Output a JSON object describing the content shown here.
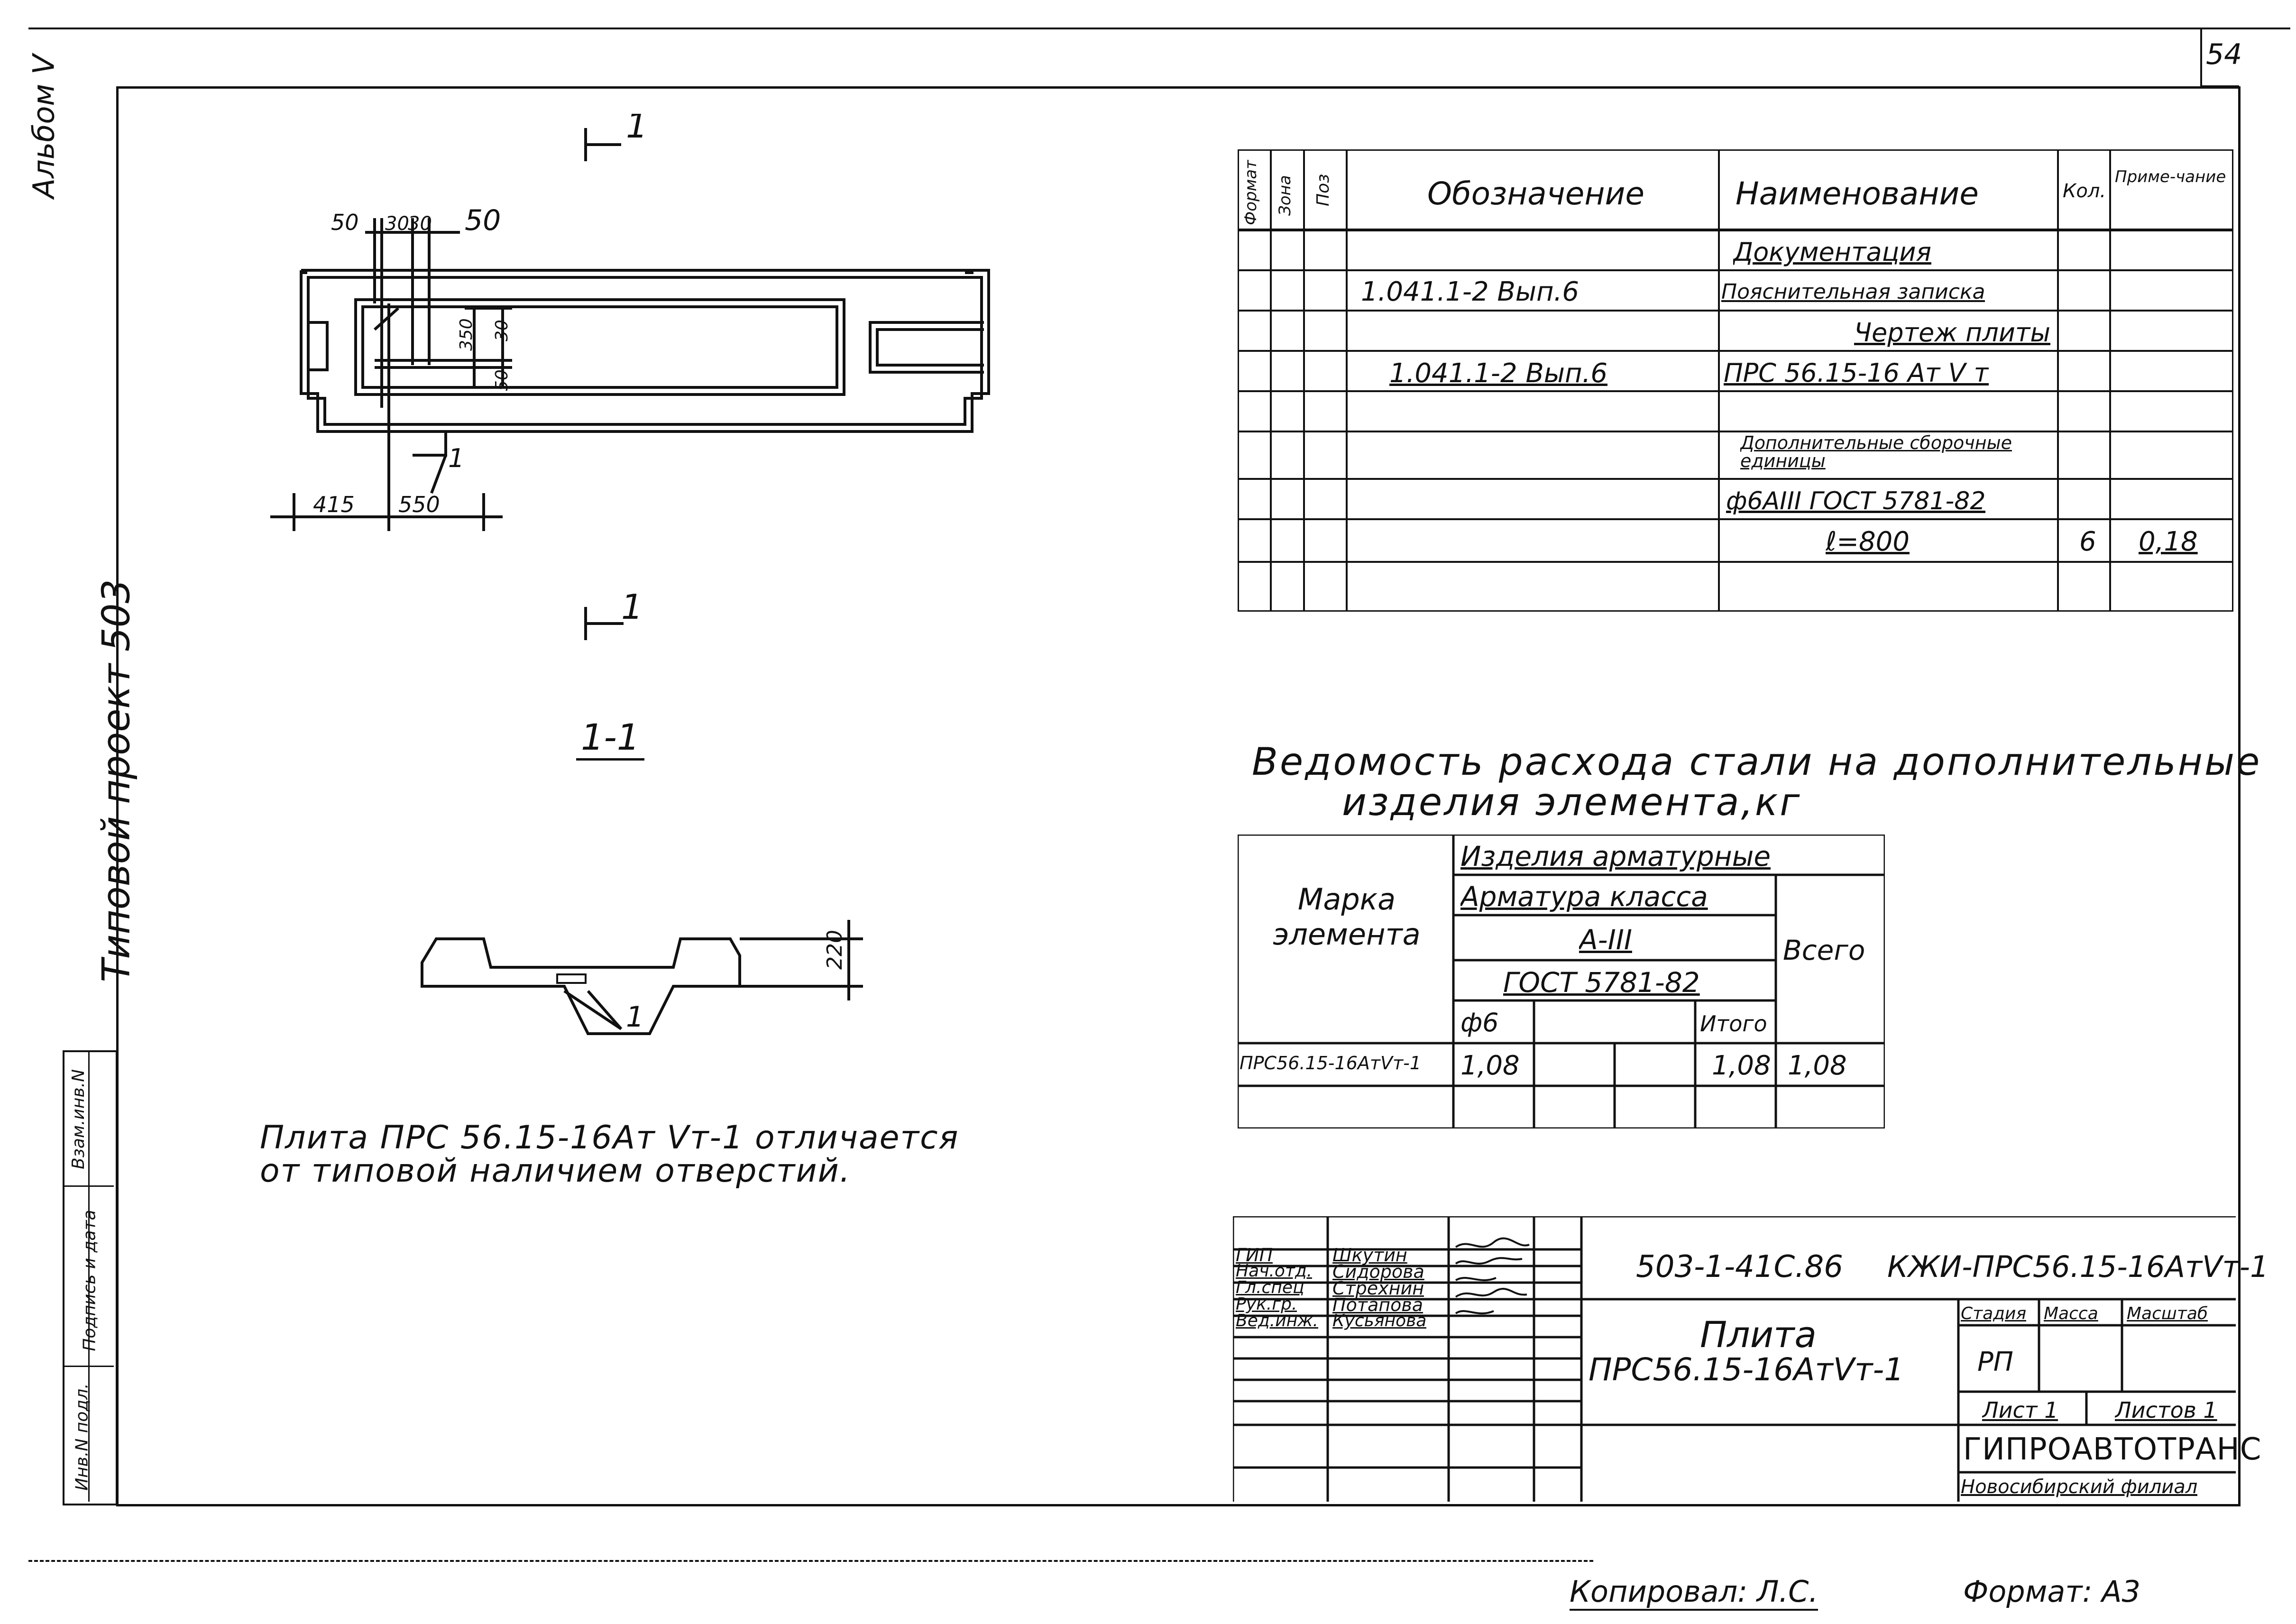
{
  "page_number": "54",
  "side_strip": {
    "album": "Альбом V",
    "project": "Типовой проект 503",
    "inv_label": "Инв.N подл.",
    "sign_label": "Подпись и дата",
    "vzam_label": "Взам.инв.N"
  },
  "plan_view": {
    "section_mark": "1",
    "dims_top": [
      "50",
      "30",
      "30",
      "50"
    ],
    "dims_right": [
      "350",
      "30",
      "50"
    ],
    "dims_bottom": [
      "415",
      "550"
    ],
    "leader_label": "1"
  },
  "section": {
    "title": "1-1",
    "height_dim": "220",
    "leader_label": "1"
  },
  "spec_table": {
    "headers": {
      "format": "Формат",
      "zone": "Зона",
      "pos": "Поз",
      "designation": "Обозначение",
      "name": "Наименование",
      "qty": "Кол.",
      "note": "Приме-чание"
    },
    "rows": [
      {
        "designation": "",
        "name": "Документация",
        "qty": "",
        "note": ""
      },
      {
        "designation": "1.041.1-2 Вып.6",
        "name": "Пояснительная записка",
        "qty": "",
        "note": ""
      },
      {
        "designation": "",
        "name": "Чертеж плиты",
        "qty": "",
        "note": ""
      },
      {
        "designation": "1.041.1-2 Вып.6",
        "name": "ПРС 56.15-16 Ат V т",
        "qty": "",
        "note": ""
      },
      {
        "designation": "",
        "name": "",
        "qty": "",
        "note": ""
      },
      {
        "designation": "",
        "name": "Дополнительные сборочные единицы",
        "qty": "",
        "note": ""
      },
      {
        "designation": "",
        "name": "ф6АIII ГОСТ 5781-82",
        "qty": "",
        "note": ""
      },
      {
        "designation": "",
        "name": "ℓ=800",
        "qty": "6",
        "note": "0,18"
      },
      {
        "designation": "",
        "name": "",
        "qty": "",
        "note": ""
      }
    ]
  },
  "steel_title": {
    "line1": "Ведомость расхода стали на дополнительные",
    "line2": "изделия элемента,кг"
  },
  "steel_table": {
    "mark_header": "Марка элемента",
    "group_header": "Изделия арматурные",
    "class_header": "Арматура класса",
    "class_value": "А-III",
    "gost": "ГОСТ 5781-82",
    "col_f6": "ф6",
    "col_itogo": "Итого",
    "col_vsego": "Всего",
    "row": {
      "mark": "ПРС56.15-16АтVт-1",
      "f6": "1,08",
      "itogo": "1,08",
      "vsego": "1,08"
    }
  },
  "note": {
    "line1": "Плита ПРС 56.15-16Ат Vт-1 отличается",
    "line2": "от типовой наличием отверстий."
  },
  "title_block": {
    "code": "503-1-41С.86",
    "doc_code": "КЖИ-ПРС56.15-16АтVт-1",
    "name_line1": "Плита",
    "name_line2": "ПРС56.15-16АтVт-1",
    "stage_label": "Стадия",
    "mass_label": "Масса",
    "scale_label": "Масштаб",
    "stage": "РП",
    "sheet_label": "Лист 1",
    "sheets_label": "Листов 1",
    "org": "ГИПРОАВТОТРАНС",
    "branch": "Новосибирский филиал",
    "people": [
      {
        "role": "ГИП",
        "name": "Шкутин"
      },
      {
        "role": "Нач.отд.",
        "name": "Сидорова"
      },
      {
        "role": "Гл.спец",
        "name": "Стрехнин"
      },
      {
        "role": "Рук.гр.",
        "name": "Потапова"
      },
      {
        "role": "Вед.инж.",
        "name": "Кусьянова"
      }
    ]
  },
  "footer": {
    "copied": "Копировал: Л.С.",
    "format": "Формат: А3"
  }
}
